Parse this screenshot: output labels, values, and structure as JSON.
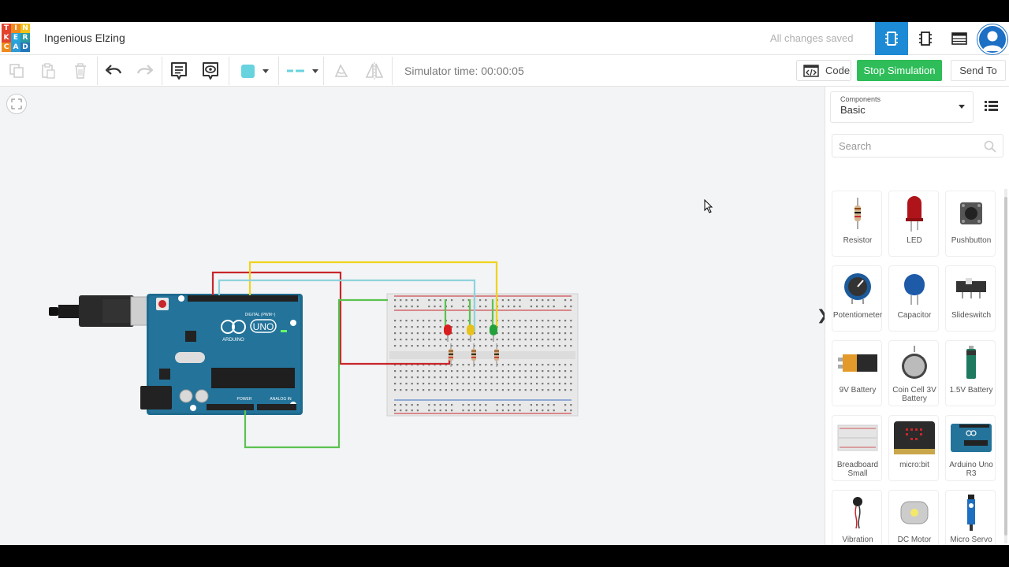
{
  "app": {
    "logo_letters": [
      "T",
      "I",
      "N",
      "K",
      "E",
      "R",
      "C",
      "A",
      "D"
    ],
    "logo_colors": [
      "#e2422e",
      "#f08a1c",
      "#f0c21a",
      "#e2422e",
      "#23a6dc",
      "#2a9aa4",
      "#f08a1c",
      "#2e9bd6",
      "#2477b8"
    ],
    "project_title": "Ingenious Elzing",
    "save_status": "All changes saved",
    "accent_color": "#1c8ad4"
  },
  "header": {
    "views": [
      {
        "name": "circuit-view",
        "icon": "chip-icon",
        "active": true
      },
      {
        "name": "schematic-view",
        "icon": "schematic-icon",
        "active": false
      },
      {
        "name": "component-list-view",
        "icon": "table-icon",
        "active": false
      }
    ]
  },
  "toolbar": {
    "simulator_time": "Simulator time: 00:00:05",
    "code_label": "Code",
    "stop_label": "Stop Simulation",
    "send_label": "Send To",
    "fill_color": "#67d3de",
    "stop_color": "#2ebd59"
  },
  "panel": {
    "components_label": "Components",
    "components_value": "Basic",
    "search_placeholder": "Search",
    "tiles": [
      {
        "label": "Resistor",
        "icon": "resistor-icon"
      },
      {
        "label": "LED",
        "icon": "led-icon"
      },
      {
        "label": "Pushbutton",
        "icon": "pushbutton-icon"
      },
      {
        "label": "Potentiometer",
        "icon": "potentiometer-icon"
      },
      {
        "label": "Capacitor",
        "icon": "capacitor-icon"
      },
      {
        "label": "Slideswitch",
        "icon": "slideswitch-icon"
      },
      {
        "label": "9V Battery",
        "icon": "battery-9v-icon"
      },
      {
        "label": "Coin Cell 3V Battery",
        "icon": "coin-cell-icon"
      },
      {
        "label": "1.5V Battery",
        "icon": "battery-aa-icon"
      },
      {
        "label": "Breadboard Small",
        "icon": "breadboard-icon"
      },
      {
        "label": "micro:bit",
        "icon": "microbit-icon"
      },
      {
        "label": "Arduino Uno R3",
        "icon": "arduino-icon"
      },
      {
        "label": "Vibration Motor",
        "icon": "vibration-motor-icon"
      },
      {
        "label": "DC Motor",
        "icon": "dc-motor-icon"
      },
      {
        "label": "Micro Servo",
        "icon": "servo-icon"
      }
    ]
  },
  "circuit": {
    "board_label": "UNO",
    "board_brand": "ARDUINO",
    "digital_label": "DIGITAL (PWM~)",
    "power_label": "POWER",
    "analog_label": "ANALOG IN",
    "led_colors": [
      "#d81e1e",
      "#e7c21c",
      "#22a13a"
    ],
    "wire_colors": [
      "#c8262b",
      "#f0d31a",
      "#8fd3dc",
      "#5bc24f"
    ]
  }
}
